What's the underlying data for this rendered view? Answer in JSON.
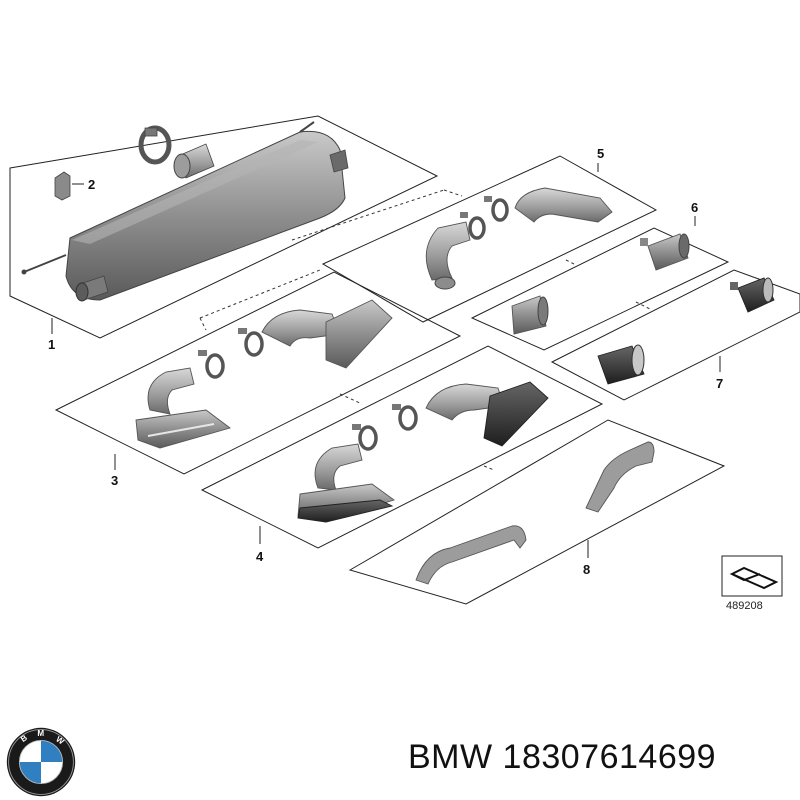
{
  "callouts": {
    "c1": "1",
    "c2": "2",
    "c3": "3",
    "c4": "4",
    "c5": "5",
    "c6": "6",
    "c7": "7",
    "c8": "8"
  },
  "diagram_number": "489208",
  "caption": {
    "brand": "BMW",
    "part_number": "18307614699"
  },
  "logo": {
    "text": "BMW",
    "colors": {
      "ring": "#1a1a1a",
      "blue": "#2f7fc1",
      "white": "#ffffff"
    }
  },
  "colors": {
    "outline": "#222222",
    "metal": "#8e8e8e",
    "metal_light": "#c4c4c4",
    "metal_dark": "#555555",
    "black_tip": "#2a2a2a"
  }
}
